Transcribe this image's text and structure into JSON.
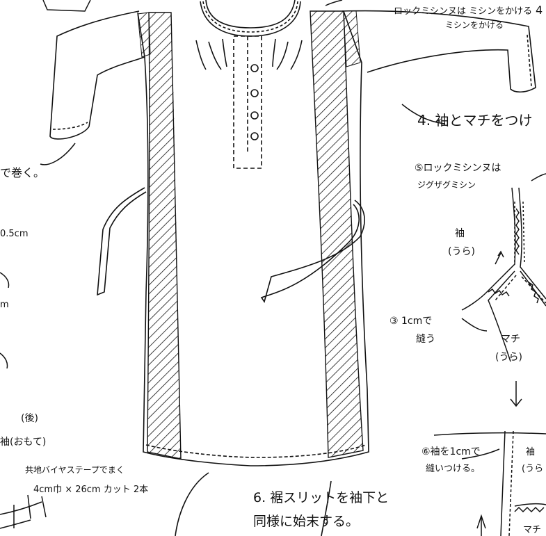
{
  "labels": {
    "top_right_1": "ロックミシンヌは ミシンをかける",
    "top_right_1b": "ミシンをかける",
    "top_right_num": "4",
    "step4": "4. 袖とマチをつけ",
    "step5_a": "⑤ロックミシンヌは",
    "step5_b": "ジグザグミシン",
    "sleeve": "袖",
    "sleeve_ura": "(うら)",
    "step3_a": "③ 1cmで",
    "step3_b": "縫う",
    "gusset": "マチ",
    "gusset_ura": "(うら)",
    "step6_a": "⑥袖を1cmで",
    "step6_b": "縫いつける。",
    "sleeve_right_cut": "袖",
    "sleeve_right_ura": "(うら",
    "gusset_bottom": "マチ",
    "bottom_left_1": "(後)",
    "bottom_left_2": "袖(おもて)",
    "bias_1": "共地バイヤステープでまく",
    "bias_2": "4cm巾 × 26cm カット 2本",
    "step6_main_a": "6. 裾スリットを袖下と",
    "step6_main_b": "同様に始末する。",
    "left_1": "で巻く。",
    "left_2": "0.5cm",
    "left_3": "m"
  }
}
